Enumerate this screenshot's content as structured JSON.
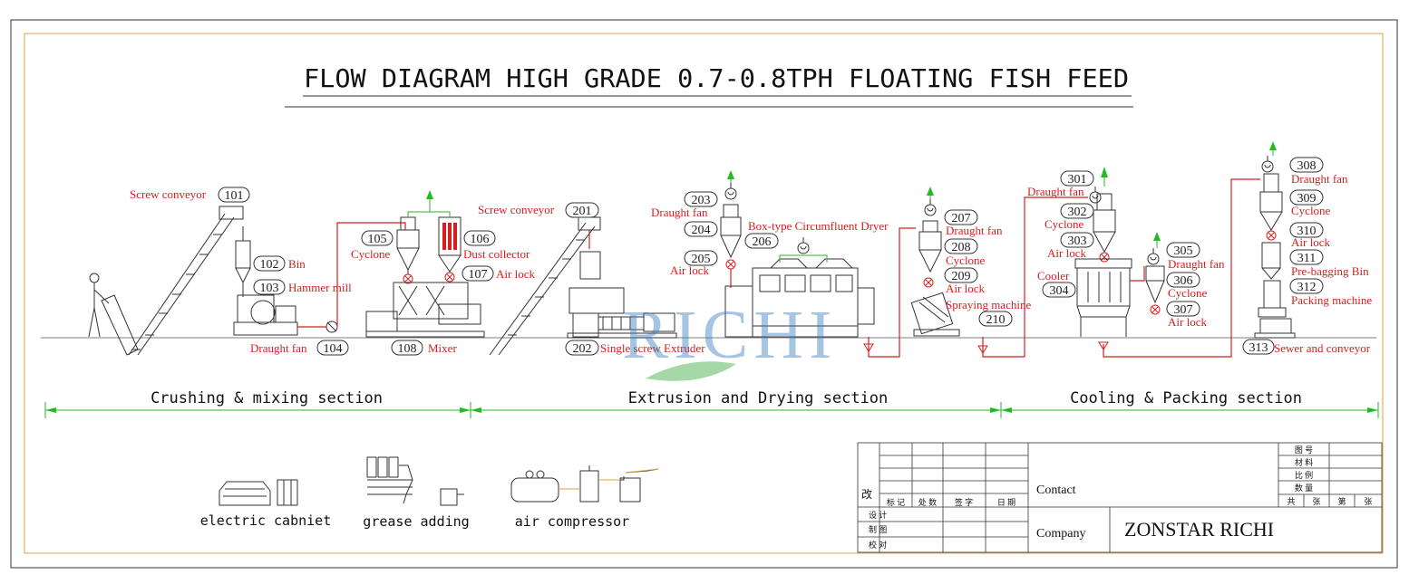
{
  "title": "FLOW DIAGRAM HIGH GRADE 0.7-0.8TPH FLOATING FISH FEED",
  "watermark": "RICHI",
  "colors": {
    "label": "#d81e1e",
    "border_outer": "#333333",
    "border_inner": "#e0a040",
    "section_line": "#22bb22",
    "watermark_blue": "#3a7fc0",
    "watermark_green": "#4caf50"
  },
  "labels": {
    "l101": "Screw conveyor",
    "n101": "101",
    "l102": "Bin",
    "n102": "102",
    "l103": "Hammer mill",
    "n103": "103",
    "l104": "Draught fan",
    "n104": "104",
    "l105": "Cyclone",
    "n105": "105",
    "l106": "Dust collector",
    "n106": "106",
    "l107": "Air lock",
    "n107": "107",
    "l108": "Mixer",
    "n108": "108",
    "l201": "Screw conveyor",
    "n201": "201",
    "l202": "Single screw Extruder",
    "n202": "202",
    "l203": "Draught fan",
    "n203": "203",
    "n204": "204",
    "l205": "Air lock",
    "n205": "205",
    "l206": "Box-type Circumfluent Dryer",
    "n206": "206",
    "l207": "Draught fan",
    "n207": "207",
    "l208": "Cyclone",
    "n208": "208",
    "l209": "Air lock",
    "n209": "209",
    "l210": "Spraying machine",
    "n210": "210",
    "l301": "Draught fan",
    "n301": "301",
    "l302": "Cyclone",
    "n302": "302",
    "l303": "Air lock",
    "n303": "303",
    "l304": "Cooler",
    "n304": "304",
    "l305": "Draught fan",
    "n305": "305",
    "l306": "Cyclone",
    "n306": "306",
    "l307": "Air lock",
    "n307": "307",
    "l308": "Draught fan",
    "n308": "308",
    "l309": "Cyclone",
    "n309": "309",
    "l310": "Air lock",
    "n310": "310",
    "l311": "Pre-bagging Bin",
    "n311": "311",
    "l312": "Packing machine",
    "n312": "312",
    "l313": "Sewer and conveyor",
    "n313": "313"
  },
  "sections": [
    "Crushing & mixing section",
    "Extrusion and Drying section",
    "Cooling & Packing section"
  ],
  "auxiliary": [
    "electric cabniet",
    "grease adding",
    "air compressor"
  ],
  "title_block": {
    "gai": "改",
    "heads": [
      "标 记",
      "处 数",
      "签  字",
      "日  期"
    ],
    "rows": [
      "设  计",
      "制  图",
      "校  对"
    ],
    "contact": "Contact",
    "company_label": "Company",
    "company_name": "ZONSTAR RICHI",
    "right": [
      "图  号",
      "材  料",
      "比  例",
      "数  量"
    ],
    "bottom": [
      "共",
      "张",
      "第",
      "张"
    ]
  }
}
